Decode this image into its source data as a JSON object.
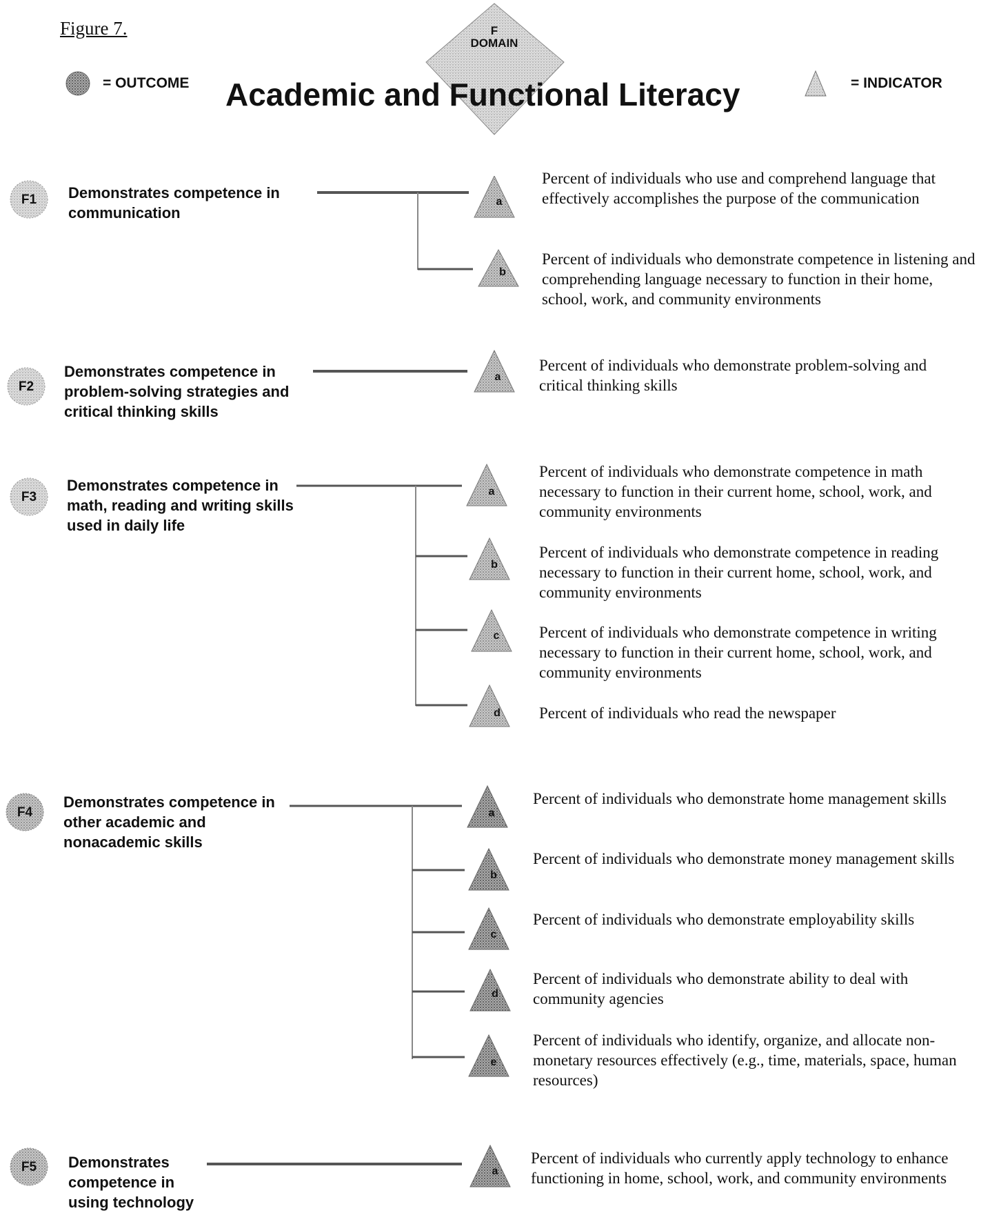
{
  "figure_label": "Figure 7.",
  "domain": {
    "line1": "F",
    "line2": "DOMAIN"
  },
  "title": "Academic and Functional Literacy",
  "legend": {
    "outcome_text": "= OUTCOME",
    "indicator_text": "= INDICATOR"
  },
  "colors": {
    "ink": "#111111",
    "connector": "#555555",
    "stipple": "#9a9a9a"
  },
  "outcomes": [
    {
      "id": "F1",
      "label": "Demonstrates competence in communication",
      "indicators": [
        {
          "letter": "a",
          "text": "Percent of individuals who use and comprehend language that effectively accomplishes the purpose of the communication"
        },
        {
          "letter": "b",
          "text": "Percent of individuals who demonstrate competence in listening and comprehending language necessary to function in their home, school, work, and community environments"
        }
      ]
    },
    {
      "id": "F2",
      "label": "Demonstrates competence in problem-solving strategies and critical thinking skills",
      "indicators": [
        {
          "letter": "a",
          "text": "Percent of individuals who demonstrate problem-solving and critical thinking skills"
        }
      ]
    },
    {
      "id": "F3",
      "label": "Demonstrates competence in math, reading and writing skills used in daily life",
      "indicators": [
        {
          "letter": "a",
          "text": "Percent of individuals who demonstrate competence in math necessary to function in their current home, school, work, and community environments"
        },
        {
          "letter": "b",
          "text": "Percent of individuals who demonstrate competence in reading necessary to function in their current home, school, work, and community environments"
        },
        {
          "letter": "c",
          "text": "Percent of individuals who demonstrate competence in writing necessary to function in their current home, school, work, and community environments"
        },
        {
          "letter": "d",
          "text": "Percent of individuals who read the newspaper"
        }
      ]
    },
    {
      "id": "F4",
      "label": "Demonstrates competence in other academic and nonacademic skills",
      "indicators": [
        {
          "letter": "a",
          "text": "Percent of individuals who demonstrate home management skills"
        },
        {
          "letter": "b",
          "text": "Percent of individuals who demonstrate money management skills"
        },
        {
          "letter": "c",
          "text": "Percent of individuals who demonstrate employability skills"
        },
        {
          "letter": "d",
          "text": "Percent of individuals who demonstrate ability to deal with community agencies"
        },
        {
          "letter": "e",
          "text": "Percent of individuals who identify, organize, and allocate non-monetary resources effectively (e.g., time, materials, space, human resources)"
        }
      ]
    },
    {
      "id": "F5",
      "label": "Demonstrates competence in using technology",
      "indicators": [
        {
          "letter": "a",
          "text": "Percent of individuals who currently apply technology to enhance functioning in home, school, work, and community environments"
        }
      ]
    }
  ]
}
